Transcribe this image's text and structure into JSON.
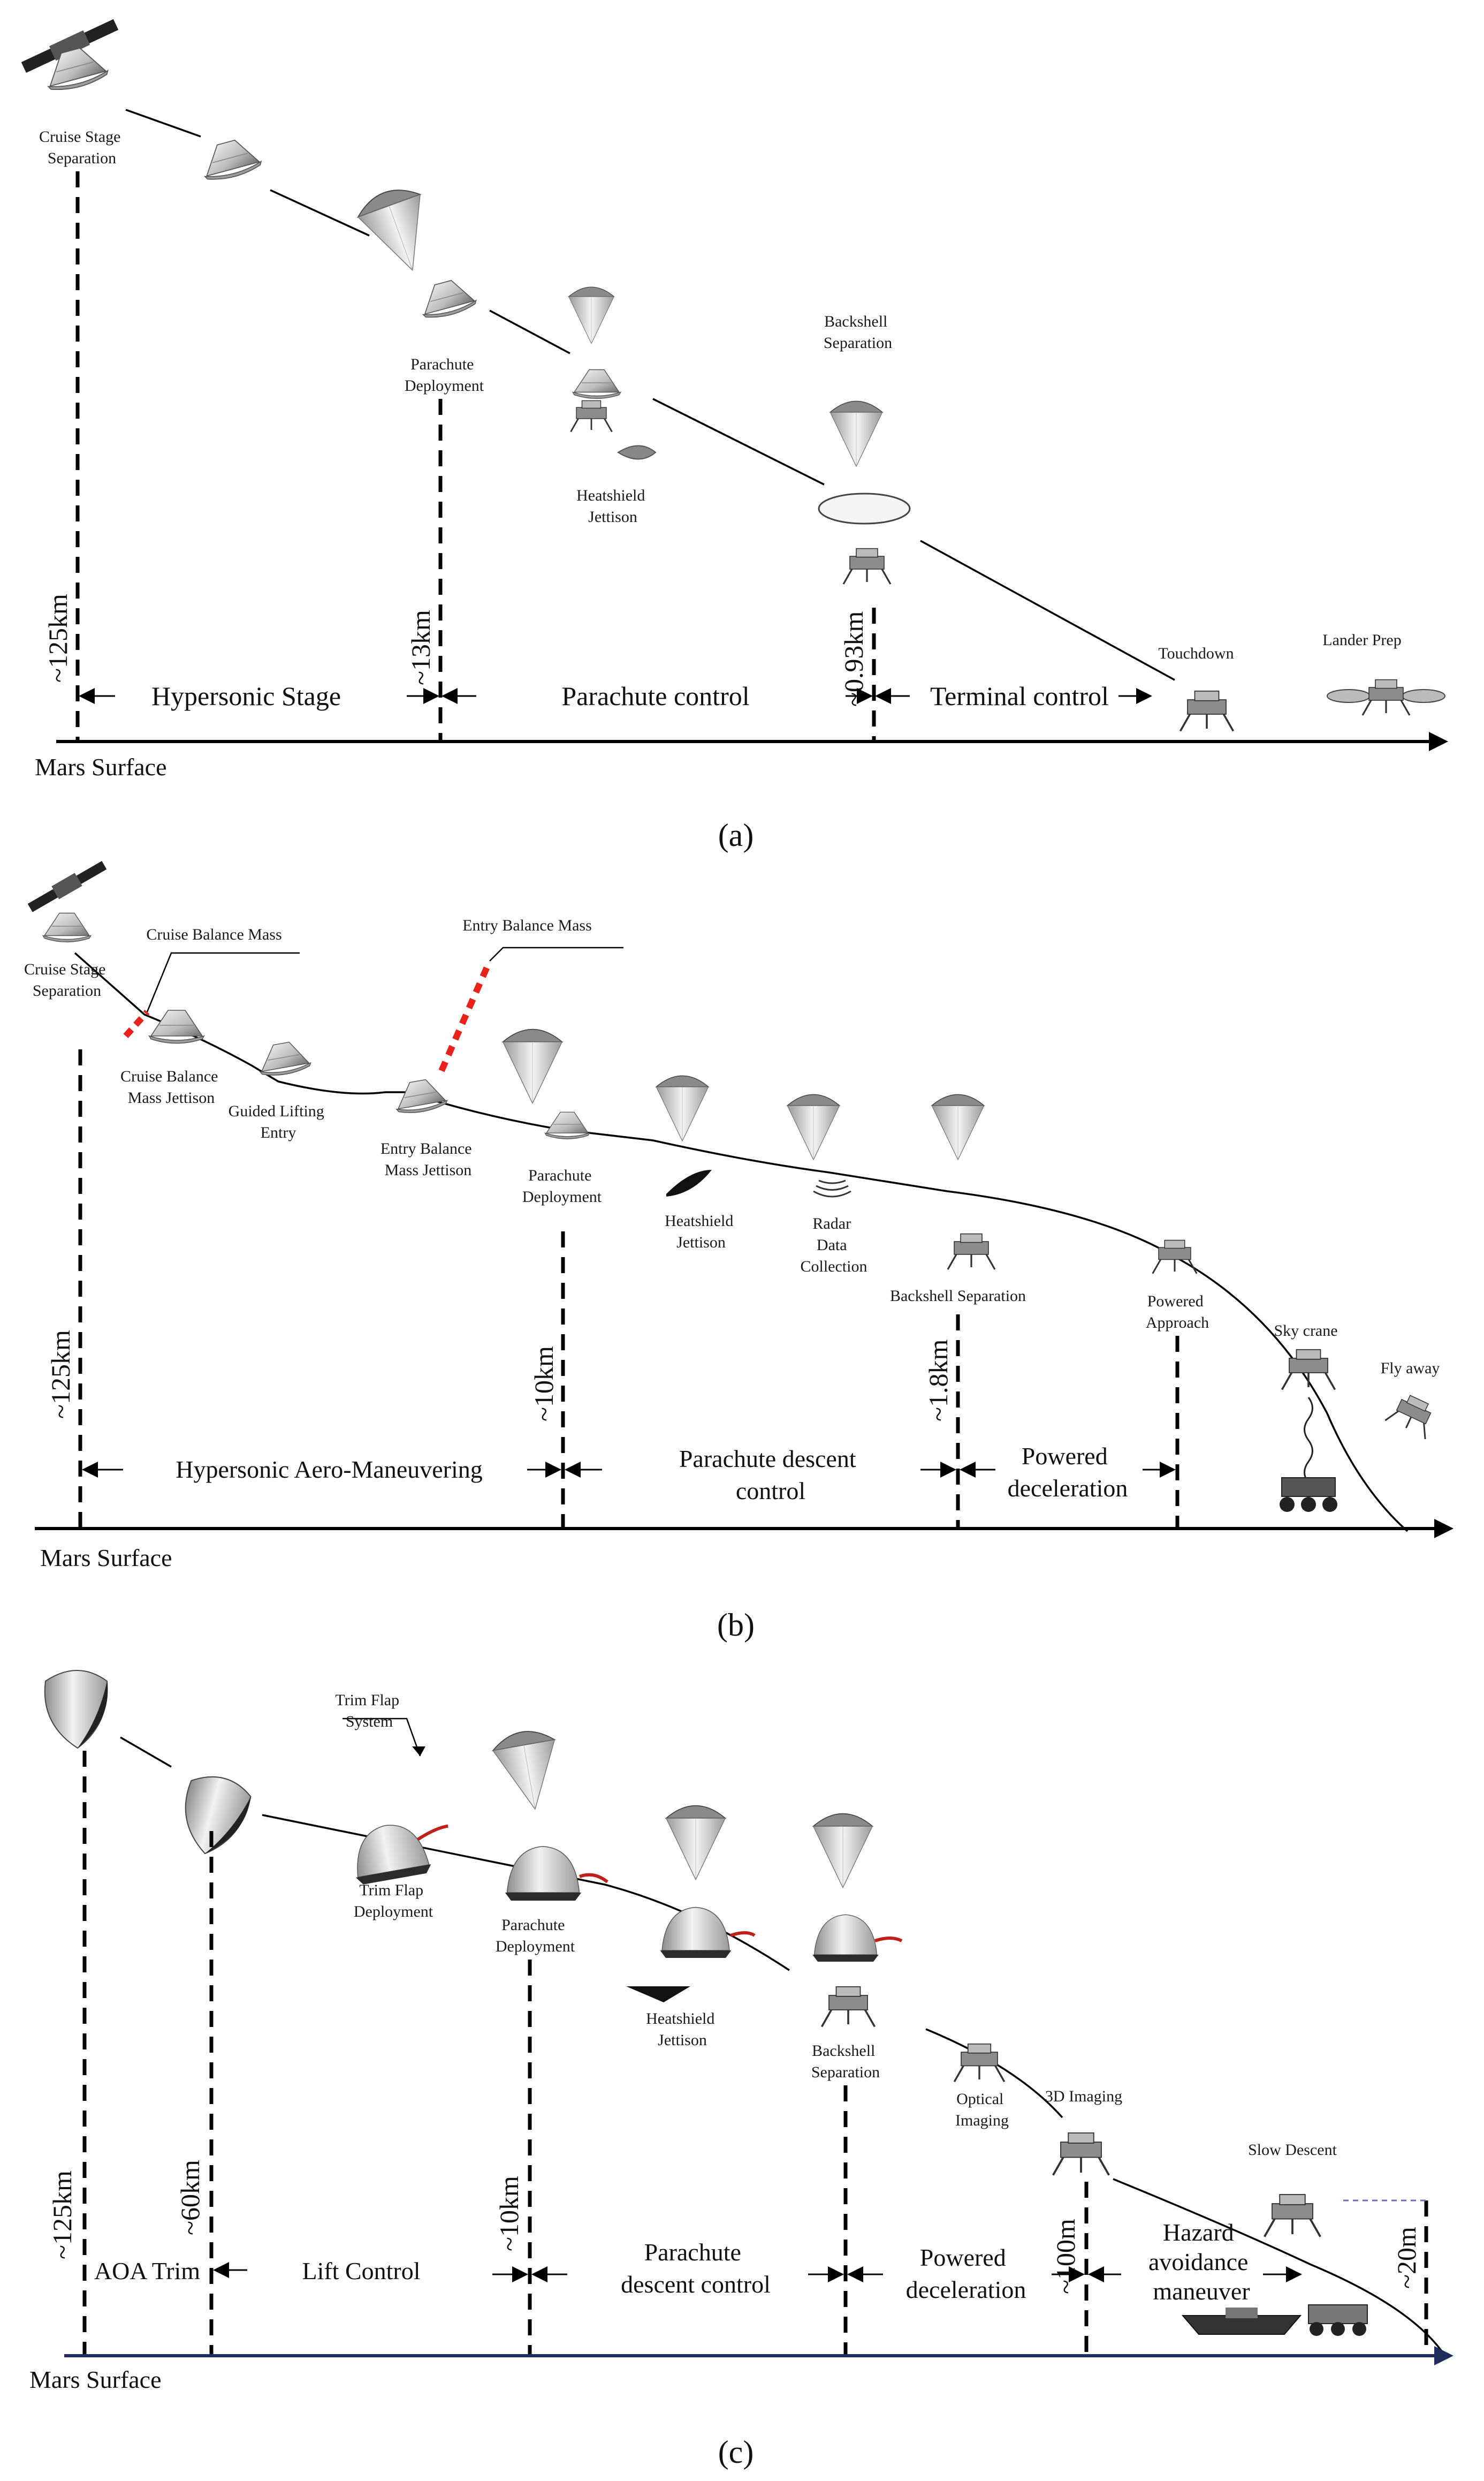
{
  "panel_a": {
    "caption": "(a)",
    "surface_label": "Mars Surface",
    "events": {
      "cruise_stage_separation": [
        "Cruise Stage",
        "Separation"
      ],
      "parachute_deployment": [
        "Parachute",
        "Deployment"
      ],
      "heatshield_jettison": [
        "Heatshield",
        "Jettison"
      ],
      "backshell_separation": [
        "Backshell",
        "Separation"
      ],
      "touchdown": "Touchdown",
      "lander_prep": "Lander Prep"
    },
    "altitudes": {
      "alt_125": "~125km",
      "alt_13": "~13km",
      "alt_093": "~0.93km"
    },
    "phases": {
      "hypersonic": "Hypersonic Stage",
      "parachute": "Parachute control",
      "terminal": "Terminal control"
    }
  },
  "panel_b": {
    "caption": "(b)",
    "surface_label": "Mars Surface",
    "events": {
      "cruise_stage_separation": [
        "Cruise Stage",
        "Separation"
      ],
      "cruise_balance_mass": "Cruise Balance Mass",
      "cruise_balance_mass_jettison": [
        "Cruise Balance",
        "Mass Jettison"
      ],
      "guided_lifting_entry": [
        "Guided Lifting",
        "Entry"
      ],
      "entry_balance_mass": "Entry Balance Mass",
      "entry_balance_mass_jettison": [
        "Entry Balance",
        "Mass Jettison"
      ],
      "parachute_deployment": [
        "Parachute",
        "Deployment"
      ],
      "heatshield_jettison": [
        "Heatshield",
        "Jettison"
      ],
      "radar_data_collection": [
        "Radar",
        "Data",
        "Collection"
      ],
      "backshell_separation": "Backshell Separation",
      "powered_approach": [
        "Powered",
        "Approach"
      ],
      "sky_crane": "Sky crane",
      "fly_away": "Fly away"
    },
    "altitudes": {
      "alt_125": "~125km",
      "alt_10": "~10km",
      "alt_18": "~1.8km"
    },
    "phases": {
      "hypersonic": "Hypersonic Aero-Maneuvering",
      "parachute": [
        "Parachute descent",
        "control"
      ],
      "powered": [
        "Powered",
        "deceleration"
      ]
    }
  },
  "panel_c": {
    "caption": "(c)",
    "surface_label": "Mars Surface",
    "events": {
      "trim_flap_system": [
        "Trim Flap",
        "System"
      ],
      "trim_flap_deployment": [
        "Trim Flap",
        "Deployment"
      ],
      "parachute_deployment": [
        "Parachute",
        "Deployment"
      ],
      "heatshield_jettison": [
        "Heatshield",
        "Jettison"
      ],
      "backshell_separation": [
        "Backshell",
        "Separation"
      ],
      "optical_imaging": [
        "Optical",
        "Imaging"
      ],
      "imaging_3d": "3D Imaging",
      "slow_descent": "Slow Descent"
    },
    "altitudes": {
      "alt_125": "~125km",
      "alt_60": "~60km",
      "alt_10": "~10km",
      "alt_100m": "~100m",
      "alt_20m": "~20m"
    },
    "phases": {
      "aoa": "AOA Trim",
      "lift": "Lift Control",
      "parachute": [
        "Parachute",
        "descent control"
      ],
      "powered": [
        "Powered",
        "deceleration"
      ],
      "hazard": [
        "Hazard",
        "avoidance",
        "maneuver"
      ]
    }
  },
  "colors": {
    "line": "#000000",
    "balance_mass": "#e8221b",
    "trim_flap": "#c0201a",
    "axis_c": "#1f2d5a",
    "vehicle_light": "#e6e6e6",
    "vehicle_dark": "#7a7a7a"
  },
  "icons": [
    "spacecraft-cruise-stage",
    "entry-capsule",
    "parachute",
    "heatshield",
    "lander",
    "rover",
    "sky-crane"
  ]
}
